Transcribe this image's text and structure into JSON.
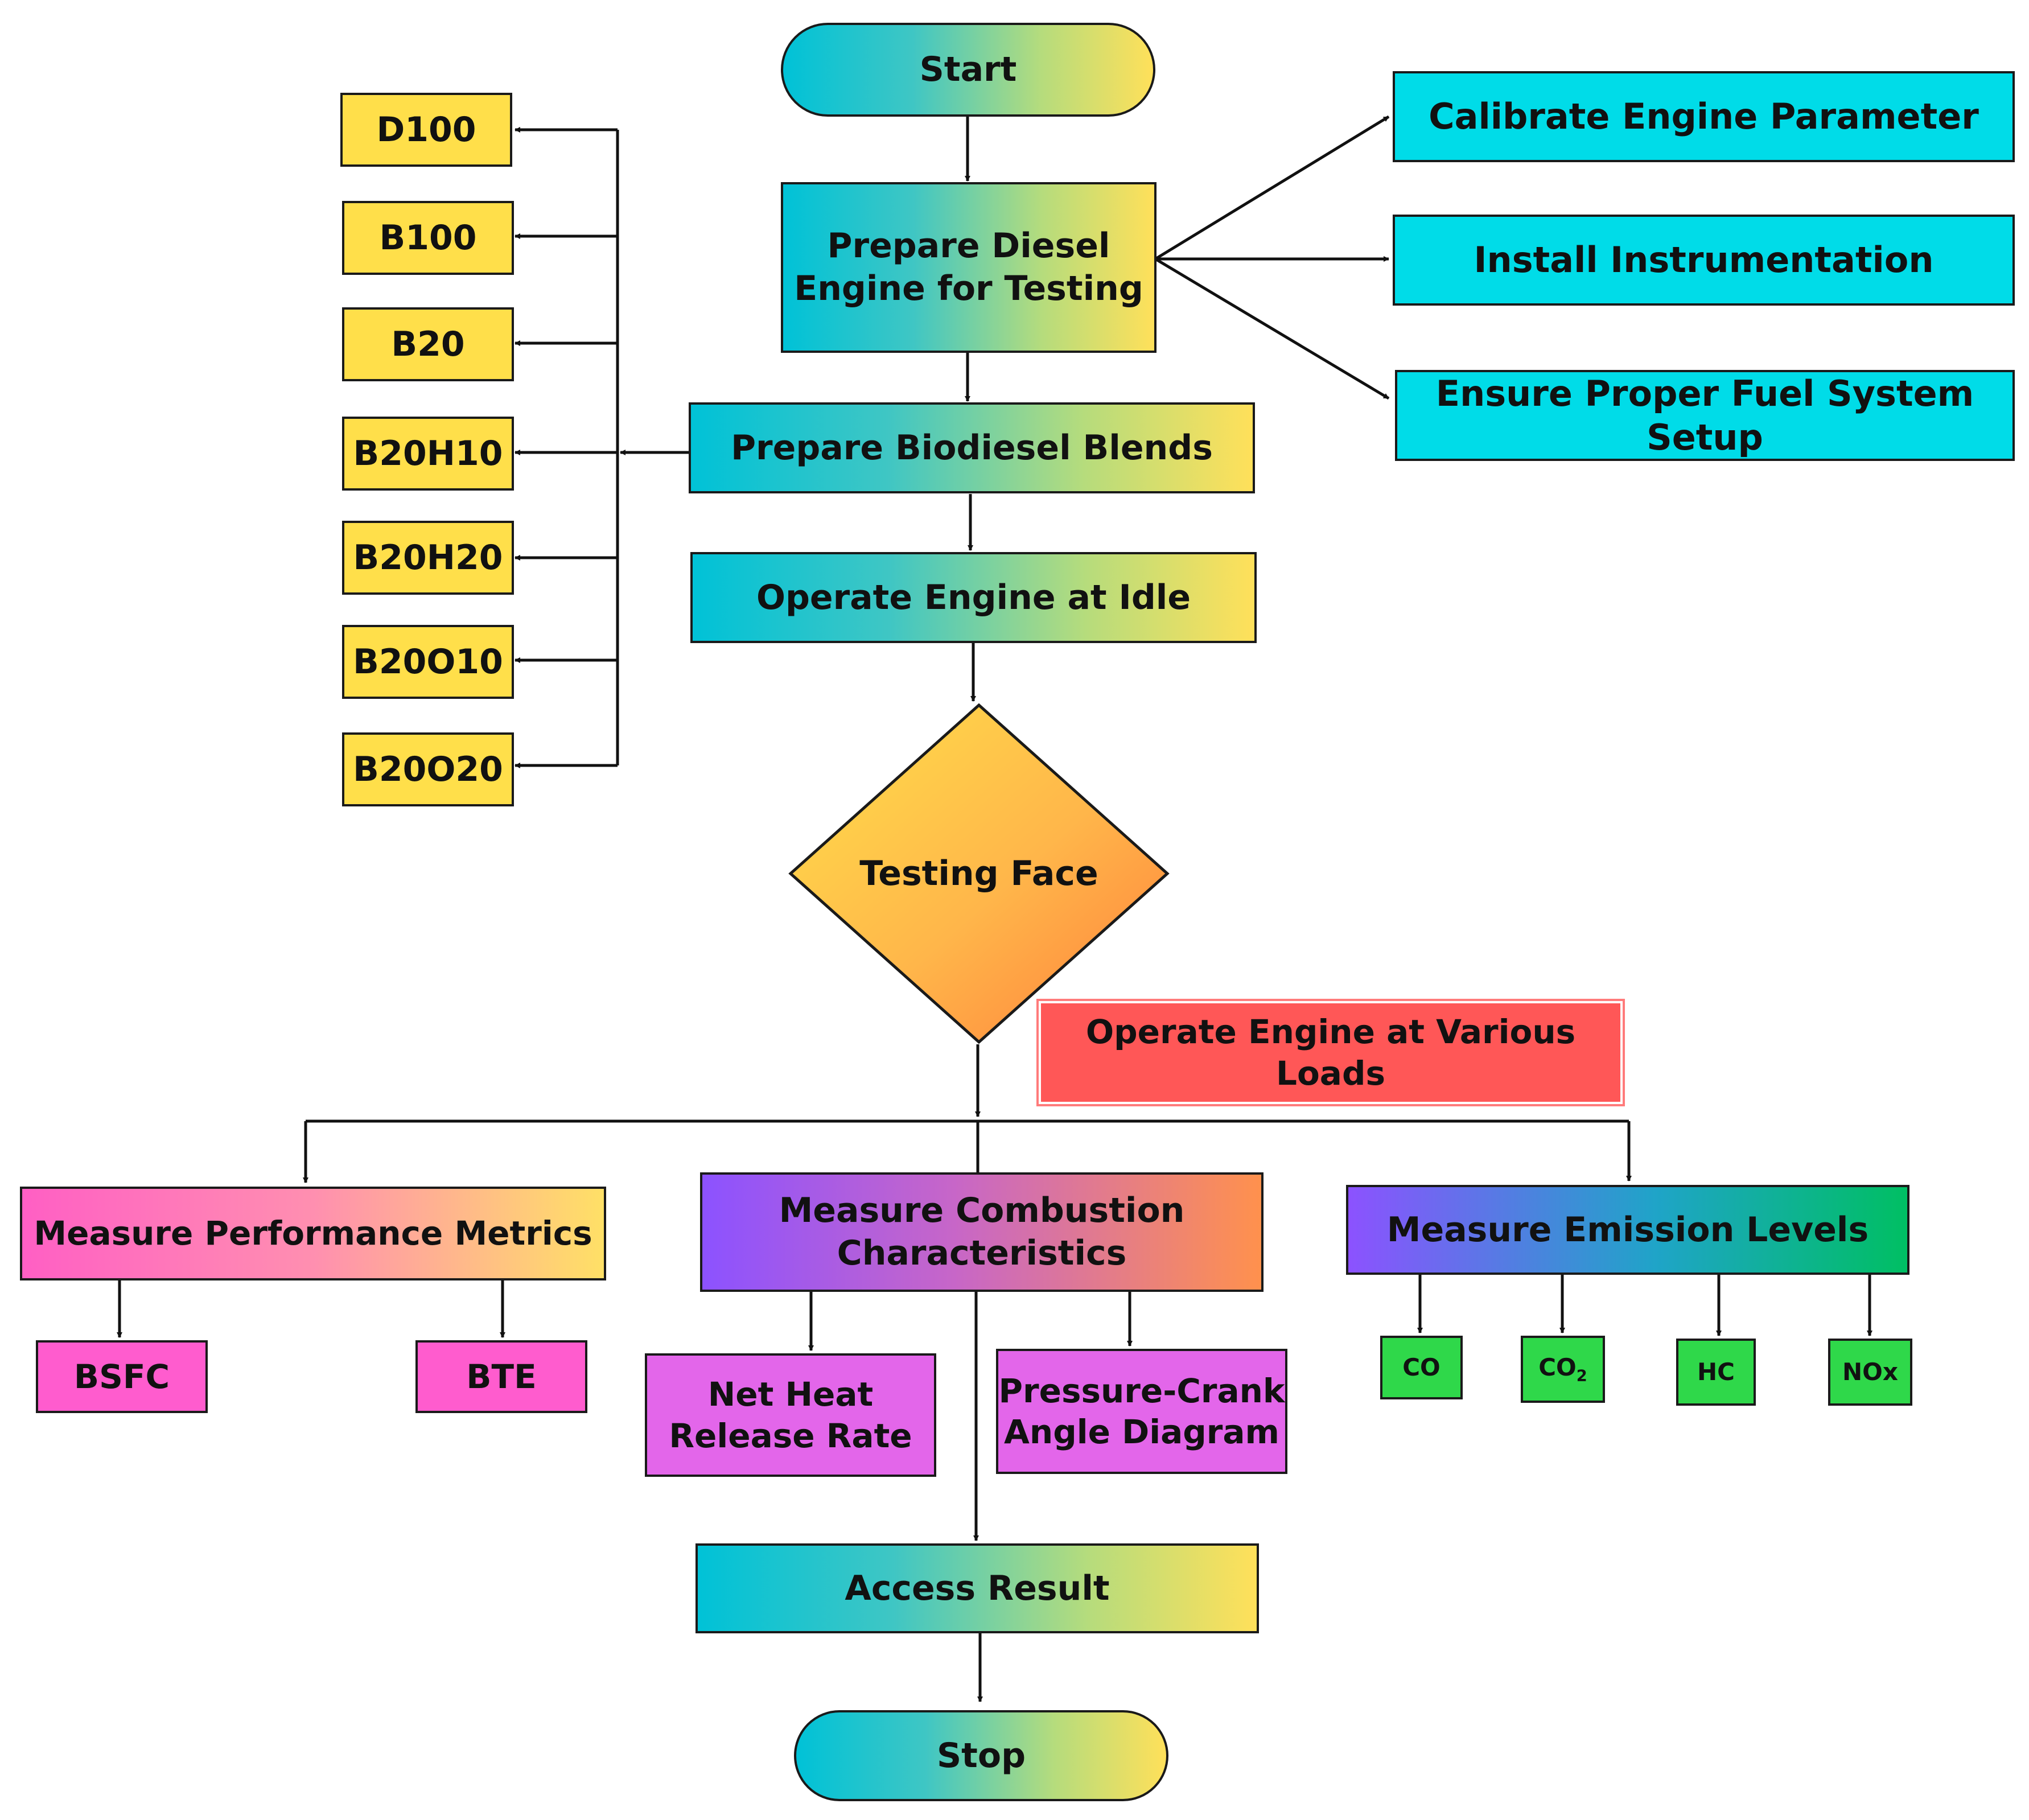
{
  "nodes": {
    "start": "Start",
    "prepare_engine": "Prepare Diesel\nEngine for Testing",
    "calibrate": "Calibrate Engine Parameter",
    "install": "Install Instrumentation",
    "fuel_system": "Ensure Proper Fuel System Setup",
    "prepare_blends": "Prepare Biodiesel Blends",
    "operate_idle": "Operate Engine at Idle",
    "testing_face": "Testing Face",
    "various_loads": "Operate Engine at Various Loads",
    "performance": "Measure Performance Metrics",
    "combustion": "Measure Combustion\nCharacteristics",
    "emission": "Measure Emission Levels",
    "bsfc": "BSFC",
    "bte": "BTE",
    "net_heat": "Net Heat\nRelease Rate",
    "pressure_crank": "Pressure-Crank\nAngle Diagram",
    "co": "CO",
    "co2": "CO",
    "co2_sub": "2",
    "hc": "HC",
    "nox": "NOx",
    "access_result": "Access Result",
    "stop": "Stop"
  },
  "blends": [
    "D100",
    "B100",
    "B20",
    "B20H10",
    "B20H20",
    "B20O10",
    "B20O20"
  ],
  "colors": {
    "cyan": "#00dce8",
    "yellow": "#ffdf4a",
    "pink": "#ff5cce",
    "violet": "#e366ea",
    "green": "#2fd84a",
    "red": "#ff5757",
    "diamond_top": "#ffd84a",
    "diamond_bottom": "#ff8f3a"
  }
}
